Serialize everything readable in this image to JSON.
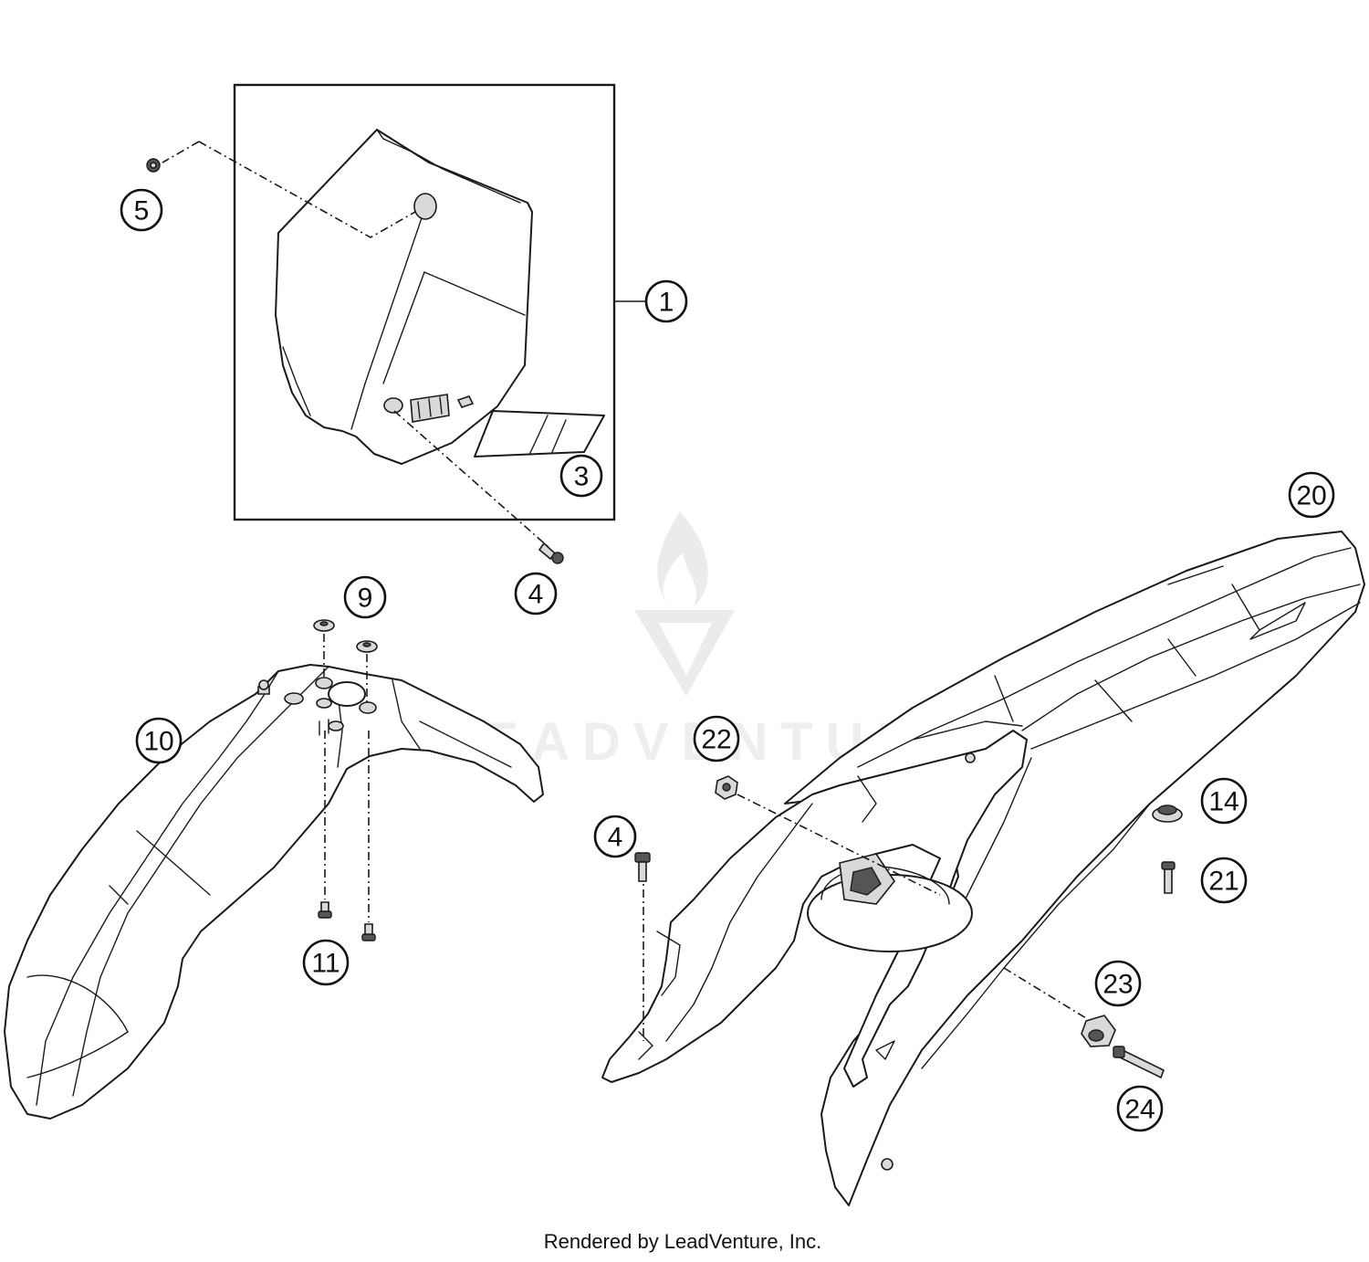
{
  "callouts": {
    "c1": "1",
    "c3": "3",
    "c4a": "4",
    "c4b": "4",
    "c5": "5",
    "c9": "9",
    "c10": "10",
    "c11": "11",
    "c14": "14",
    "c20": "20",
    "c21": "21",
    "c22": "22",
    "c23": "23",
    "c24": "24"
  },
  "watermark": {
    "text": "LEADVENTURE"
  },
  "footer": {
    "credit": "Rendered by LeadVenture, Inc."
  }
}
